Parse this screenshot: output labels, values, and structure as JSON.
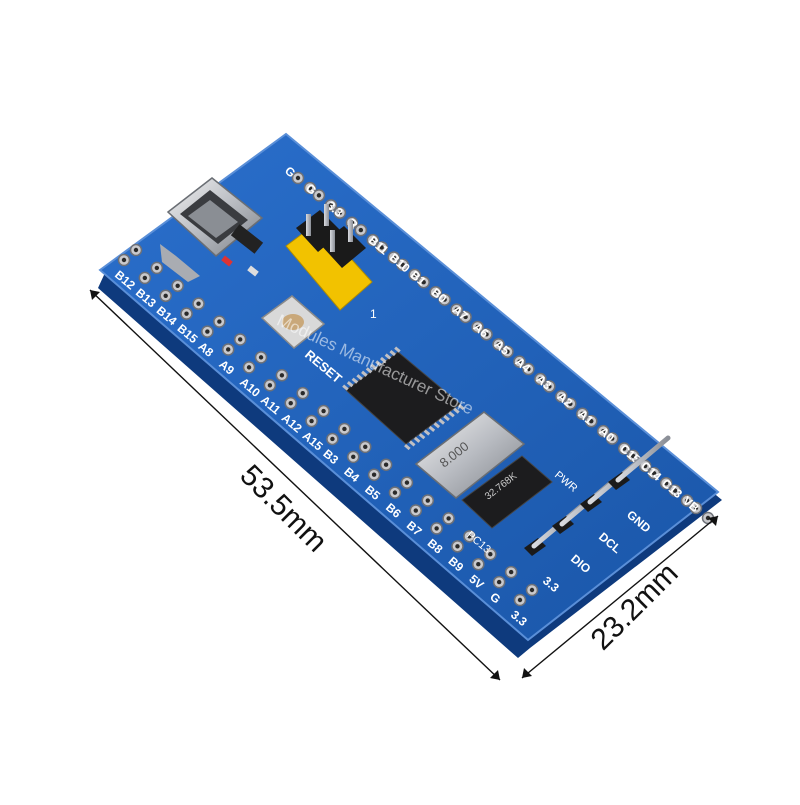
{
  "dimensions": {
    "length": "53.5mm",
    "width": "23.2mm"
  },
  "watermark": "Modules Manufacturer Store",
  "board": {
    "color": "#1f5fb5",
    "top_pin_labels": [
      "G",
      "G",
      "3.3",
      "R",
      "B11",
      "B10",
      "B1",
      "B0",
      "A7",
      "A6",
      "A5",
      "A4",
      "A3",
      "A2",
      "A1",
      "A0",
      "C15",
      "C14",
      "C13",
      "VB"
    ],
    "bottom_pin_labels": [
      "B12",
      "B13",
      "B14",
      "B15",
      "A8",
      "A9",
      "A10",
      "A11",
      "A12",
      "A15",
      "B3",
      "B4",
      "B5",
      "B6",
      "B7",
      "B8",
      "B9",
      "5V",
      "G",
      "3.3"
    ],
    "reset_label": "RESET",
    "debug_header_labels": [
      "3.3",
      "DIO",
      "DCL",
      "GND"
    ],
    "pc13_label": "PC13",
    "pwr_label": "PWR",
    "crystal_label": "8.000",
    "rtc_crystal_label": "32.768K",
    "jumper_label": "1"
  },
  "colors": {
    "pcb": "#1f5fb5",
    "pcb_edge": "#0e3a7d",
    "jumper_base": "#f2c200",
    "chip": "#1c1c1e",
    "silver": "#c8c8cc"
  }
}
